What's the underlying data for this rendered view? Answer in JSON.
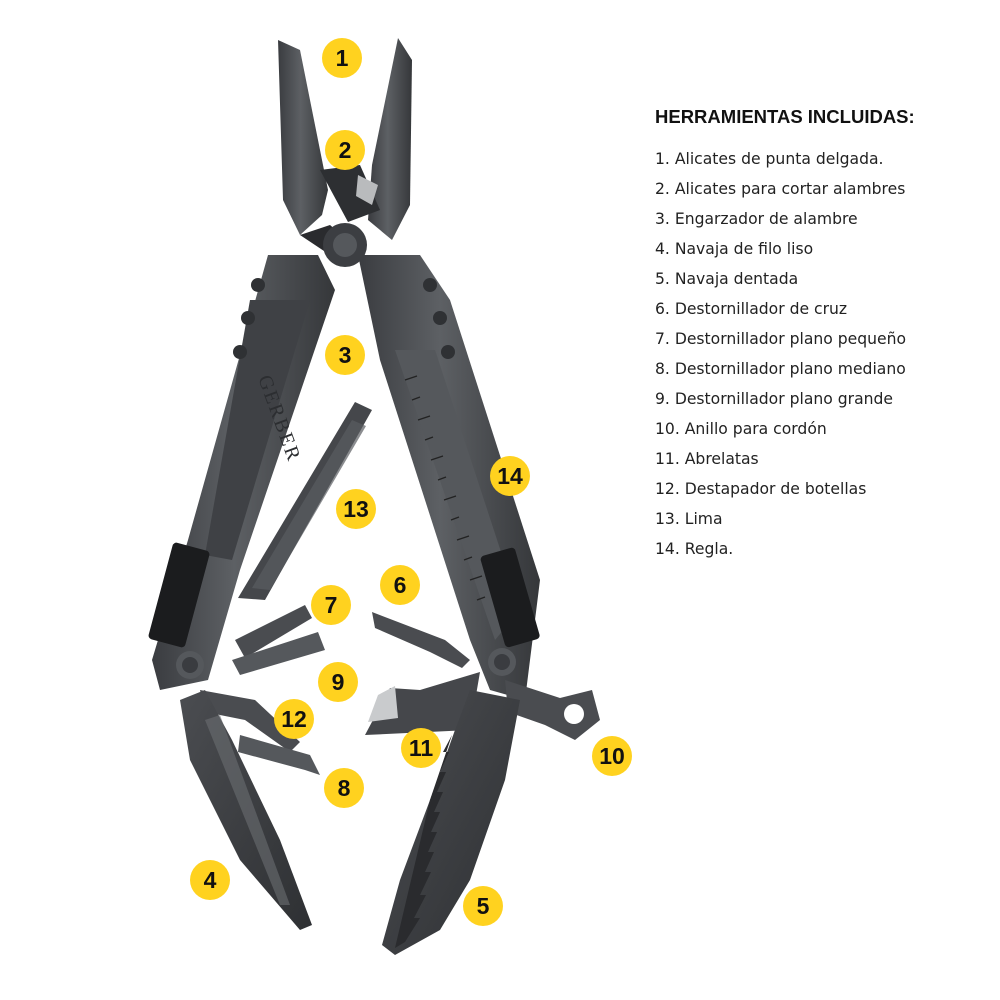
{
  "panel": {
    "title": "HERRAMIENTAS INCLUIDAS:",
    "items": [
      "1. Alicates de punta delgada.",
      "2. Alicates para cortar alambres",
      "3. Engarzador de alambre",
      "4. Navaja de filo liso",
      "5. Navaja dentada",
      "6. Destornillador de cruz",
      "7. Destornillador plano pequeño",
      "8. Destornillador plano mediano",
      "9. Destornillador plano grande",
      "10. Anillo para cordón",
      "11. Abrelatas",
      "12. Destapador de botellas",
      "13. Lima",
      "14. Regla."
    ]
  },
  "callouts": [
    "1",
    "2",
    "3",
    "4",
    "5",
    "6",
    "7",
    "8",
    "9",
    "10",
    "11",
    "12",
    "13",
    "14"
  ],
  "brand_engraving": "GERBER",
  "colors": {
    "callout": "#ffd21f",
    "tool_metal": "#4a4c50",
    "tool_dark": "#2a2b2e",
    "background": "#ffffff"
  }
}
